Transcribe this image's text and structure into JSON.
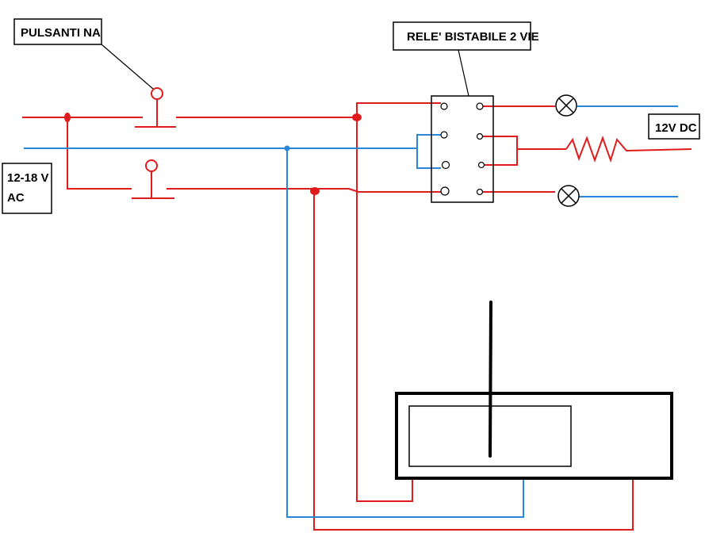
{
  "labels": {
    "pulsanti": "PULSANTI NA",
    "rele": "RELE' BISTABILE 2 VIE",
    "ac_line1": "12-18 V",
    "ac_line2": "AC",
    "dc": "12V DC"
  },
  "colors": {
    "phase": "#e11b1b",
    "neutral": "#2a86d6",
    "ink": "#000000",
    "background": "#ffffff"
  }
}
